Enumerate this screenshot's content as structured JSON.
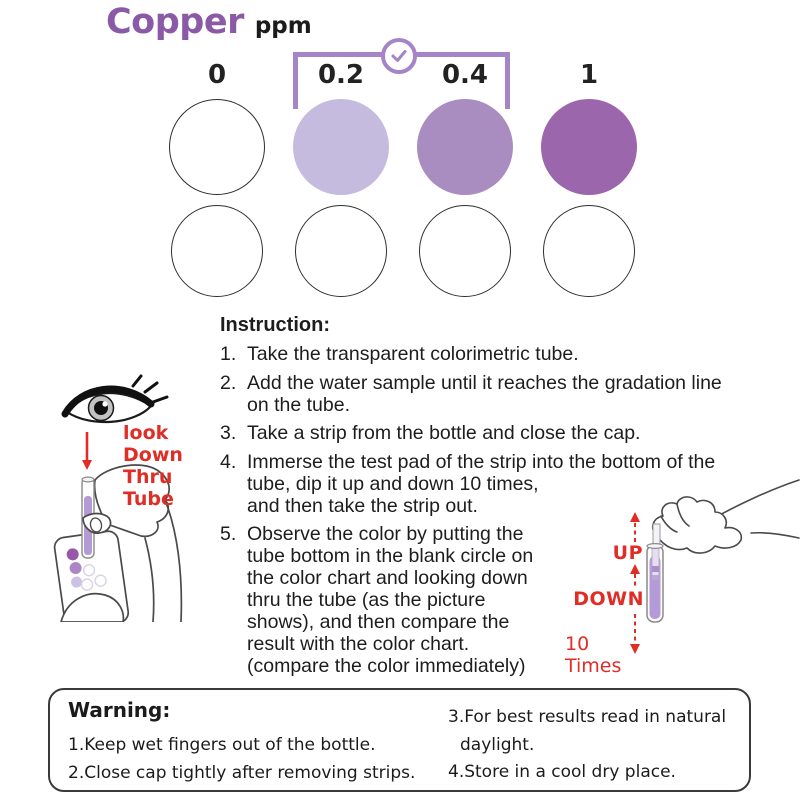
{
  "title": {
    "name": "Copper",
    "unit": "ppm"
  },
  "color_chart": {
    "labels": [
      "0",
      "0.2",
      "0.4",
      "1"
    ],
    "swatch_colors": [
      "#ffffff",
      "#c5bbdf",
      "#a98dc1",
      "#9c66ad"
    ],
    "outline_color": "#2e2e2e",
    "bracket_color": "#a585c6",
    "accepted_range": [
      "0.2",
      "0.4"
    ],
    "check_icon": "check-mark"
  },
  "instructions": {
    "heading": "Instruction:",
    "items": [
      {
        "num": "1.",
        "text": "Take the transparent colorimetric tube."
      },
      {
        "num": "2.",
        "text": "Add the water sample until it reaches the gradation line\non the tube."
      },
      {
        "num": "3.",
        "text": "Take a strip from the bottle and close the cap."
      },
      {
        "num": "4.",
        "text": "Immerse the test pad of the strip into the bottom of the\ntube, dip it up and down 10 times,\nand then take the strip out."
      },
      {
        "num": "5.",
        "text": "Observe the color by putting the\ntube bottom in the blank circle on\nthe color chart and looking down\nthru the tube (as the picture\nshows), and then compare the\nresult with the color chart.\n(compare the color immediately)"
      }
    ]
  },
  "left_figure": {
    "caption": "look Down\nThru Tube"
  },
  "right_figure": {
    "up": "UP",
    "down": "DOWN",
    "times": "10 Times"
  },
  "warning": {
    "heading": "Warning:",
    "items": [
      "1.Keep wet fingers out of the bottle.",
      "2.Close cap tightly after removing strips.",
      "3.For best results read in natural\ndaylight.",
      "4.Store in a cool dry place."
    ]
  },
  "colors": {
    "title_purple": "#8a5aa7",
    "accent_red": "#e02d26"
  }
}
